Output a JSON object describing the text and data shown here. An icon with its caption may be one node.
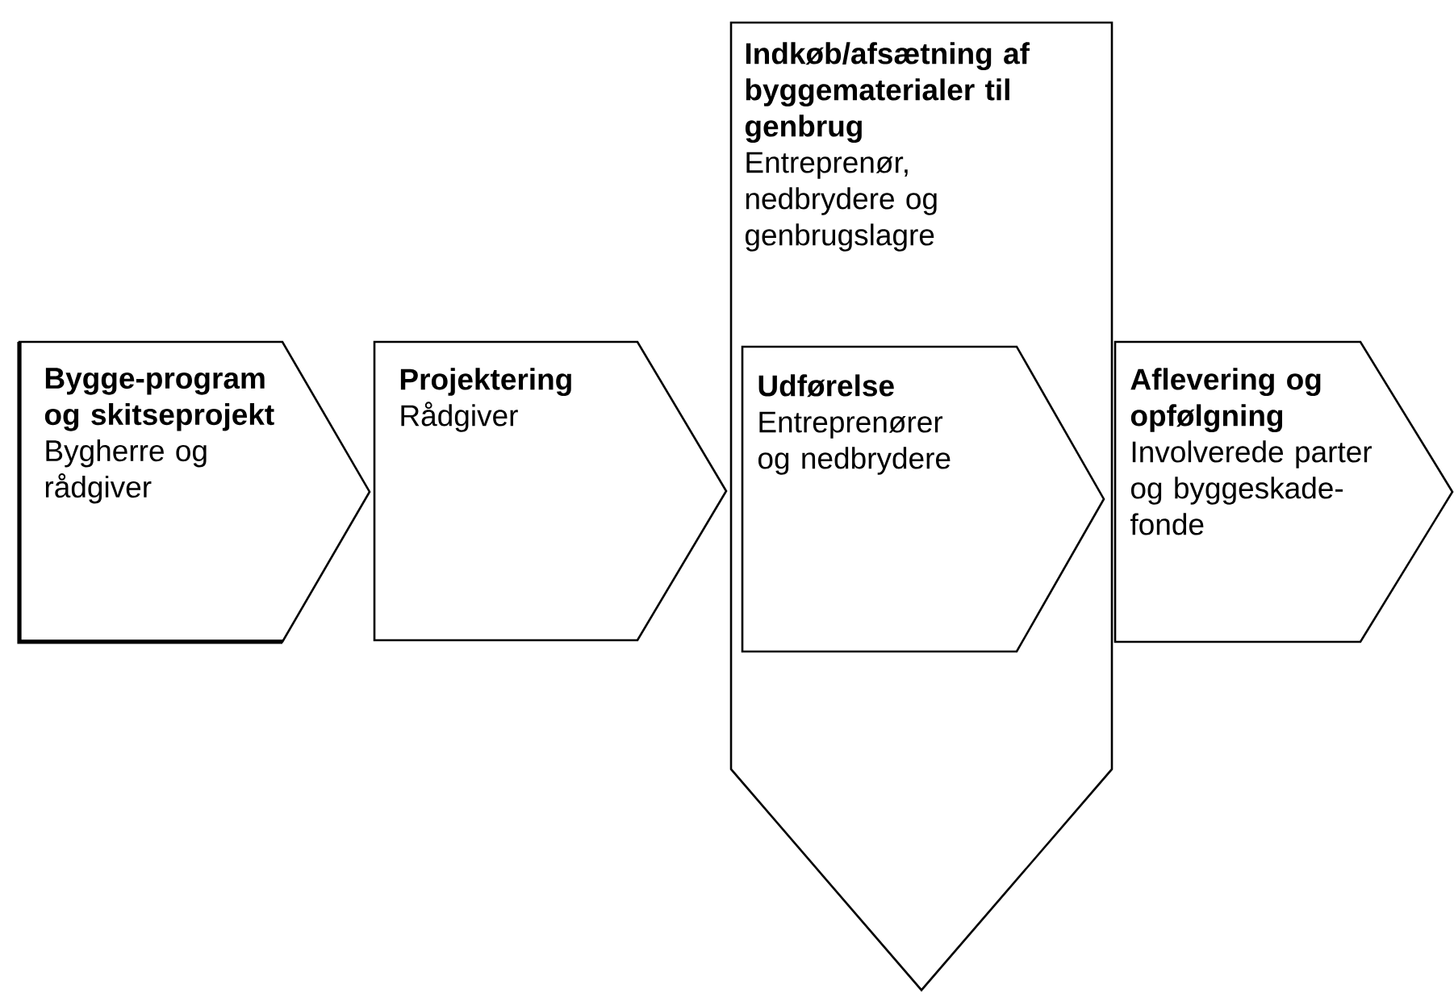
{
  "diagram": {
    "nodes": [
      {
        "text": [
          "Bygge-program og skitseprojekt",
          "Bygherre og rådgiver"
        ]
      },
      {
        "text": [
          "Projektering",
          "Rådgiver"
        ]
      },
      {
        "text": [
          "Indkøb/afsætning af byggematerialer til genbrug",
          "Entreprenør, nedbrydere og genbrugslagre"
        ]
      },
      {
        "text": [
          "Udførelse",
          "Entreprenører og nedbrydere"
        ],
        "in": 2
      },
      {
        "text": [
          "Aflevering og opfølgning",
          "Involverede parter og byggeskade-fonde"
        ]
      }
    ]
  }
}
